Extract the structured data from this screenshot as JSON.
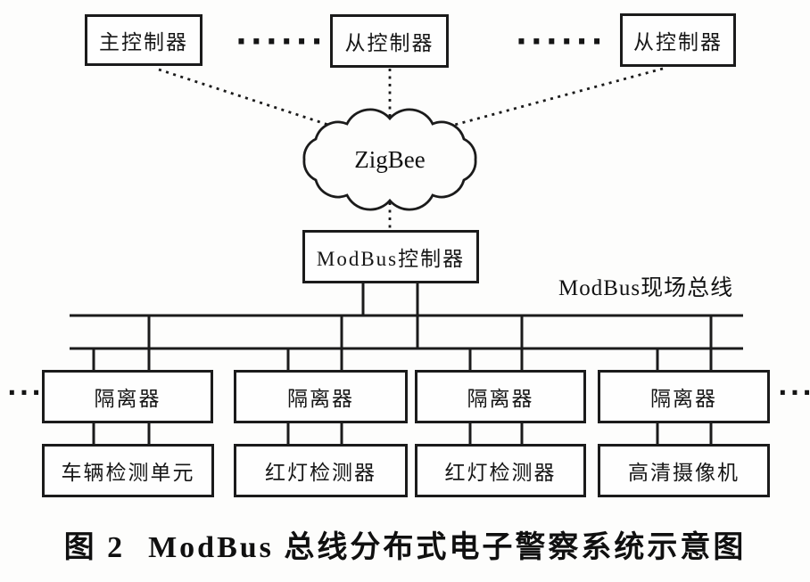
{
  "nodes": {
    "main_controller": "主控制器",
    "slave_controller_1": "从控制器",
    "slave_controller_2": "从控制器",
    "zigbee_cloud": "ZigBee",
    "modbus_controller": "ModBus控制器"
  },
  "bus": {
    "label": "ModBus现场总线"
  },
  "columns": [
    {
      "isolator": "隔离器",
      "device": "车辆检测单元"
    },
    {
      "isolator": "隔离器",
      "device": "红灯检测器"
    },
    {
      "isolator": "隔离器",
      "device": "红灯检测器"
    },
    {
      "isolator": "隔离器",
      "device": "高清摄像机"
    }
  ],
  "ellipsis": {
    "top_gap_1": "······",
    "top_gap_2": "······",
    "left": "···",
    "right": "···"
  },
  "caption": {
    "figure_label": "图 2",
    "text": "ModBus 总线分布式电子警察系统示意图"
  },
  "colors": {
    "ink": "#1b1b1b",
    "background": "#fdfdfc"
  }
}
